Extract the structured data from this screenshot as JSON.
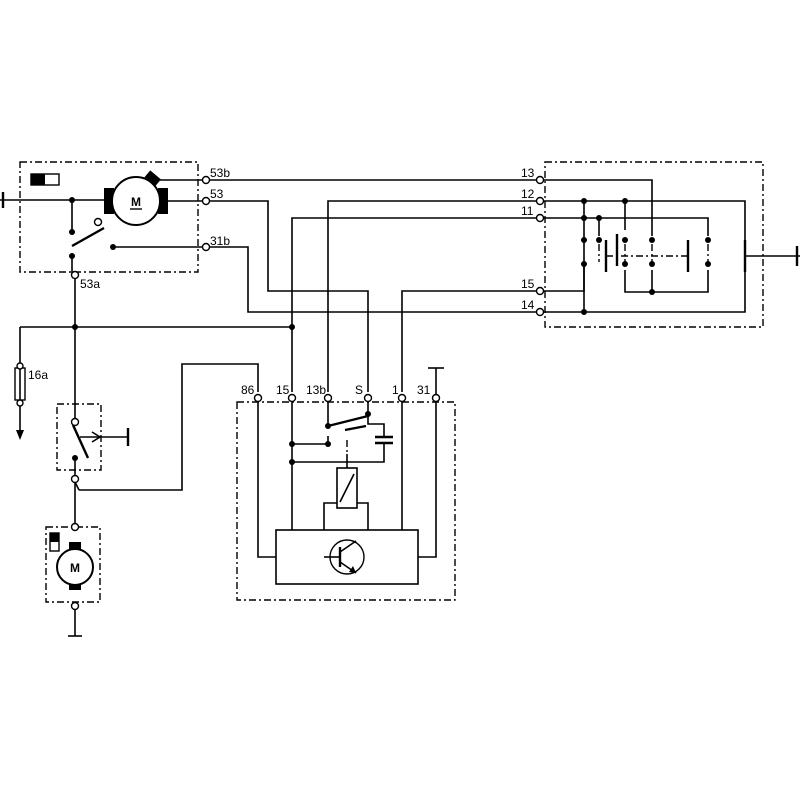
{
  "wiper_motor_unit": {
    "motor_label": "M",
    "terminals": {
      "t53b": "53b",
      "t53": "53",
      "t31b": "31b",
      "t53a": "53a"
    }
  },
  "fuse": {
    "label": "16a"
  },
  "washer_pump": {
    "motor_label": "M"
  },
  "relay_unit": {
    "terminals": {
      "t86": "86",
      "t15": "15",
      "t13b": "13b",
      "tS": "S",
      "t1": "1",
      "t31": "31"
    }
  },
  "switch_unit": {
    "terminals": {
      "t13": "13",
      "t12": "12",
      "t11": "11",
      "t15": "15",
      "t14": "14"
    }
  }
}
